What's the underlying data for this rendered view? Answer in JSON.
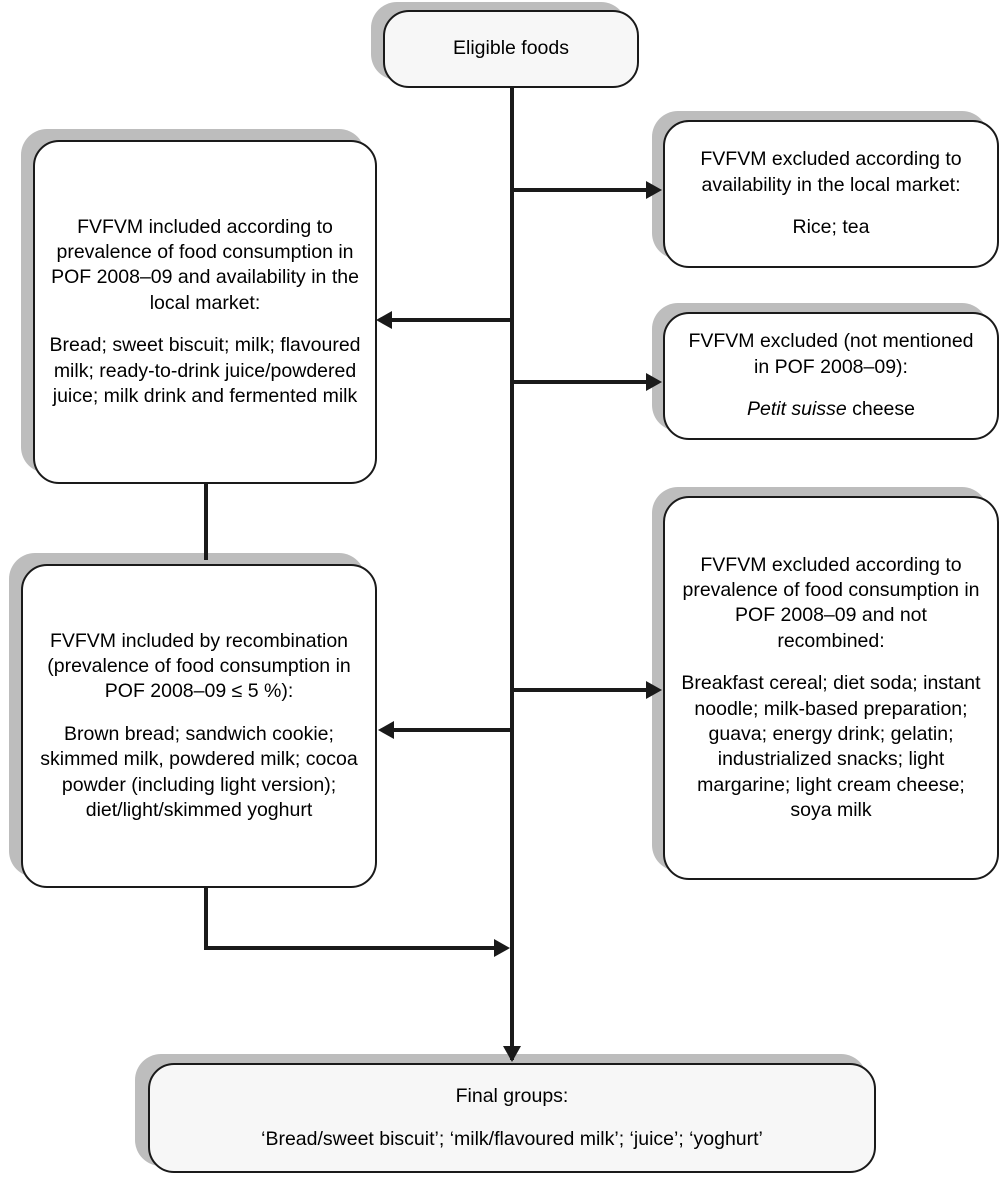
{
  "diagram": {
    "title_node": {
      "label": "Eligible foods"
    },
    "nodes": {
      "included_availability": {
        "heading": "FVFVM included according to prevalence of food consumption in POF 2008–09 and availability in the local market:",
        "items": "Bread; sweet biscuit; milk; flavoured milk; ready-to-drink juice/powdered juice; milk drink and fermented milk"
      },
      "excluded_availability": {
        "heading": "FVFVM excluded according to availability in the local market:",
        "items": "Rice; tea"
      },
      "excluded_not_mentioned": {
        "heading": "FVFVM excluded (not mentioned in POF 2008–09):",
        "items_italic": "Petit suisse",
        "items_rest": " cheese"
      },
      "included_recombination": {
        "heading": "FVFVM included by recombination (prevalence of food consumption in POF 2008–09 ≤ 5 %):",
        "items": "Brown bread; sandwich cookie; skimmed milk, powdered milk; cocoa powder (including light version); diet/light/skimmed yoghurt"
      },
      "excluded_not_recombined": {
        "heading": "FVFVM excluded according to prevalence of food consumption in POF 2008–09 and not recombined:",
        "items": "Breakfast cereal; diet soda; instant noodle; milk-based preparation; guava; energy drink; gelatin; industrialized snacks; light margarine; light cream cheese; soya milk"
      },
      "final_groups": {
        "heading": "Final groups:",
        "items": "‘Bread/sweet biscuit’; ‘milk/flavoured milk’; ‘juice’; ‘yoghurt’"
      }
    },
    "colors": {
      "stroke": "#1a1a1a",
      "shadow": "#bdbdbd",
      "node_fill": "#ffffff",
      "node_fill_tinted": "#f7f7f7",
      "background": "#ffffff"
    }
  }
}
